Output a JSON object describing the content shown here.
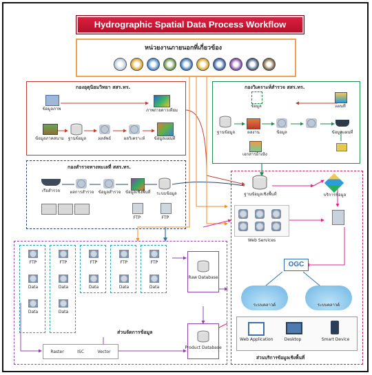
{
  "title": "Hydrographic Spatial Data Process Workflow",
  "agencies": {
    "header": "หน่วยงานภายนอกที่เกี่ยวข้อง",
    "logos": [
      {
        "icon": "seal-icon",
        "color": "#b7c4d6"
      },
      {
        "icon": "gistda-cat-icon",
        "color": "#d8a020"
      },
      {
        "icon": "agency-logo-icon",
        "color": "#3a7bc8"
      },
      {
        "icon": "emblem-icon",
        "color": "#5c8a3a"
      },
      {
        "icon": "emblem-icon",
        "color": "#2f6fb3"
      },
      {
        "icon": "crest-icon",
        "color": "#d6a21e"
      },
      {
        "icon": "crest-icon",
        "color": "#2a54a0"
      },
      {
        "icon": "agency-logo-icon",
        "color": "#7a3ba0"
      },
      {
        "icon": "seal-icon",
        "color": "#364b78"
      },
      {
        "icon": "seal-icon",
        "color": "#6d5530"
      }
    ]
  },
  "sections": {
    "oceanography": {
      "header": "กองอุตุนิยมวิทยา สสร.ทร.",
      "color": "#c0392b"
    },
    "hydrography": {
      "header": "กองวิเคราะห์สำรวจ สสร.ทร.",
      "color": "#1e8a4c"
    },
    "survey": {
      "header": "กองสำรวจทางทะเลที่ สสร.ทร.",
      "color": "#1f3f6e"
    },
    "data_management": {
      "header": "ส่วนจัดการข้อมูล",
      "color": "#8e44ad"
    },
    "services": {
      "header": "ส่วนบริการข้อมูล",
      "color": "#c2185b"
    }
  },
  "labels": {
    "ocean_top": "ข้อมูลภาพ",
    "ocean_map": "ภาพถ่ายดาวเทียม",
    "ocean_r1": "ข้อมูลภาคสนาม",
    "ocean_r2": "ฐานข้อมูล",
    "ocean_r3": "ผลลัพธ์",
    "ocean_r4": "ผลวิเคราะห์",
    "ocean_r5": "ข้อมูลแผนที่",
    "hyd_a": "ข้อมูล",
    "hyd_b": "ผลงาน",
    "hyd_c": "ข้อมูล",
    "hyd_d": "ฐานข้อมูล",
    "hyd_e": "แผนที่",
    "hyd_f": "ข้อมูลแผนที่",
    "hyd_g": "เอกสารอ้างอิง",
    "sur_a": "เรือสำรวจ",
    "sur_b": "ผลการสำรวจ",
    "sur_c": "ข้อมูลสำรวจ",
    "sur_d": "ข้อมูลเชิงพื้นที่",
    "sur_e": "ระบบข้อมูล",
    "sur_f": "FTP",
    "sur_g": "FTP",
    "core_db": "ฐานข้อมูลเชิงพื้นที่",
    "services_box": "บริการข้อมูล",
    "web_services": "Web Services",
    "ogc": "OGC",
    "cloud_left": "ระบบคลาวด์",
    "cloud_right": "ระบบคลาวด์",
    "clients": [
      "Web Application",
      "Desktop",
      "Smart Device"
    ],
    "dm_cols": [
      "FTP",
      "FTP",
      "FTP",
      "FTP",
      "FTP"
    ],
    "dm_items": [
      "Data",
      "Data",
      "Data",
      "Data",
      "Data"
    ],
    "raw_db": "Raw Database",
    "final_db": "Product Database",
    "dm_caption": "ส่วนจัดการข้อมูล",
    "bottom_items": [
      "Raster",
      "ISC",
      "Vector"
    ],
    "services_caption": "ส่วนบริการข้อมูลเชิงพื้นที่"
  }
}
